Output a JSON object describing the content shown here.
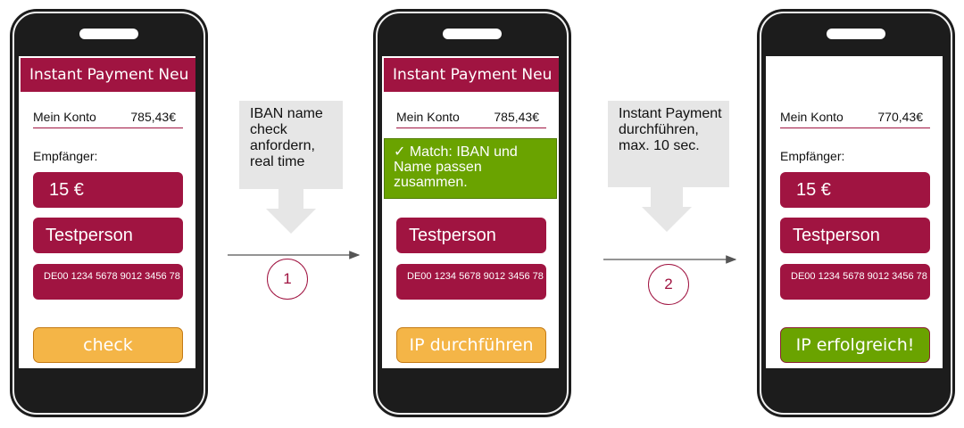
{
  "phones": [
    {
      "header": "Instant Payment Neu",
      "konto_label": "Mein Konto",
      "konto_amount": "785,43€",
      "empfaenger_label": "Empfänger:",
      "amount": "15 €",
      "name": "Testperson",
      "iban": "DE00 1234 5678 9012 3456 78",
      "button": "check",
      "button_color": "#f4b547"
    },
    {
      "header": "Instant Payment Neu",
      "konto_label": "Mein Konto",
      "konto_amount": "785,43€",
      "match_text": "✓  Match: IBAN und Name passen zusammen.",
      "name": "Testperson",
      "iban": "DE00 1234 5678 9012 3456 78",
      "button": "IP durchführen",
      "button_color": "#f4b547"
    },
    {
      "konto_label": "Mein Konto",
      "konto_amount": "770,43€",
      "empfaenger_label": "Empfänger:",
      "amount": "15 €",
      "name": "Testperson",
      "iban": "DE00 1234 5678 9012 3456 78",
      "button": "IP erfolgreich!",
      "button_color": "#6aa300"
    }
  ],
  "steps": [
    {
      "number": "1",
      "callout": "IBAN name check anfordern, real time"
    },
    {
      "number": "2",
      "callout": "Instant Payment durchführen, max. 10 sec."
    }
  ],
  "colors": {
    "brand": "#a01441",
    "success": "#6aa300",
    "action": "#f4b547",
    "callout": "#e6e6e6",
    "phone_body": "#1c1c1c"
  }
}
